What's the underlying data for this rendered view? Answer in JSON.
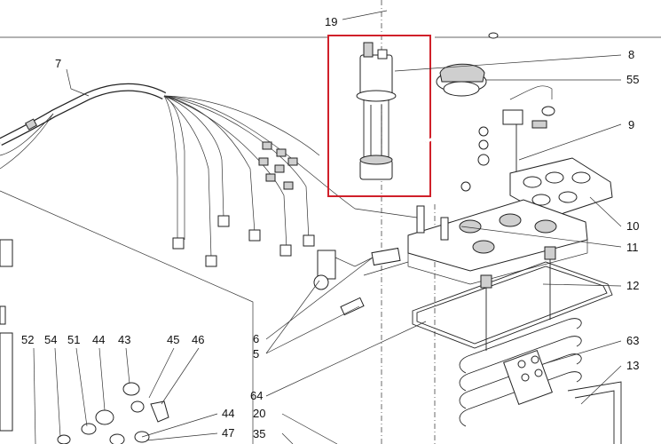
{
  "diagram": {
    "highlight_color": "#d0202a",
    "callouts": {
      "c19": "19",
      "c8": "8",
      "c55": "55",
      "c7": "7",
      "c9": "9",
      "c10": "10",
      "c11": "11",
      "c12": "12",
      "c6": "6",
      "c5": "5",
      "c63": "63",
      "c64": "64",
      "c13": "13",
      "c20": "20",
      "c35": "35",
      "c44a": "44",
      "c47": "47",
      "c52": "52",
      "c54": "54",
      "c51": "51",
      "c44b": "44",
      "c43": "43",
      "c45": "45",
      "c46": "46"
    }
  }
}
